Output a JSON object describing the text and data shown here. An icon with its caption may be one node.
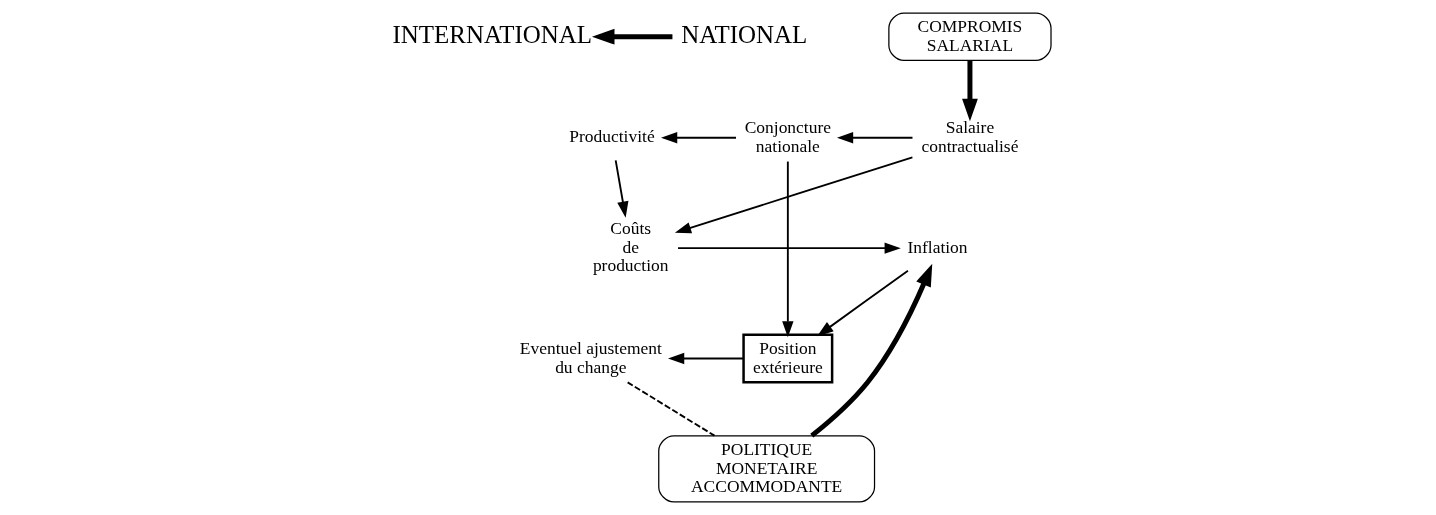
{
  "diagram": {
    "nodes": [
      {
        "text": [
          "INTERNATIONAL"
        ]
      },
      {
        "text": [
          "NATIONAL"
        ]
      },
      {
        "text": [
          "COMPROMIS SALARIAL"
        ]
      },
      {
        "text": [
          "Productivité"
        ]
      },
      {
        "text": [
          "Conjoncture nationale"
        ]
      },
      {
        "text": [
          "Salaire contractualisé"
        ]
      },
      {
        "text": [
          "Eventuel ajustement du change"
        ]
      },
      {
        "text": [
          "Position extérieure"
        ]
      },
      {
        "text": [
          "Inflation"
        ]
      },
      {
        "text": [
          "Coûts de production"
        ]
      },
      {
        "text": [
          "POLITIQUE MONETAIRE ACCOMMODANTE"
        ]
      }
    ],
    "edges": [
      {
        "from": 1,
        "to": 0,
        "arrow": "to",
        "style": "thick"
      },
      {
        "from": 2,
        "to": 5,
        "arrow": "to",
        "style": "thick"
      },
      {
        "from": 4,
        "to": 7,
        "arrow": "to"
      },
      {
        "from": 4,
        "to": 3,
        "arrow": "to"
      },
      {
        "from": 5,
        "to": 4,
        "arrow": "to"
      },
      {
        "from": 7,
        "to": 6,
        "arrow": "to"
      },
      {
        "from": 3,
        "to": 9,
        "arrow": "to"
      },
      {
        "from": 5,
        "to": 9,
        "arrow": "to"
      },
      {
        "from": 8,
        "to": 7,
        "arrow": "to"
      },
      {
        "from": 9,
        "to": 8,
        "arrow": "to"
      },
      {
        "from": 10,
        "to": 8,
        "arrow": "to",
        "style": "thick"
      },
      {
        "from": 6,
        "to": 10,
        "arrow": "none",
        "style": "dashed"
      }
    ]
  }
}
